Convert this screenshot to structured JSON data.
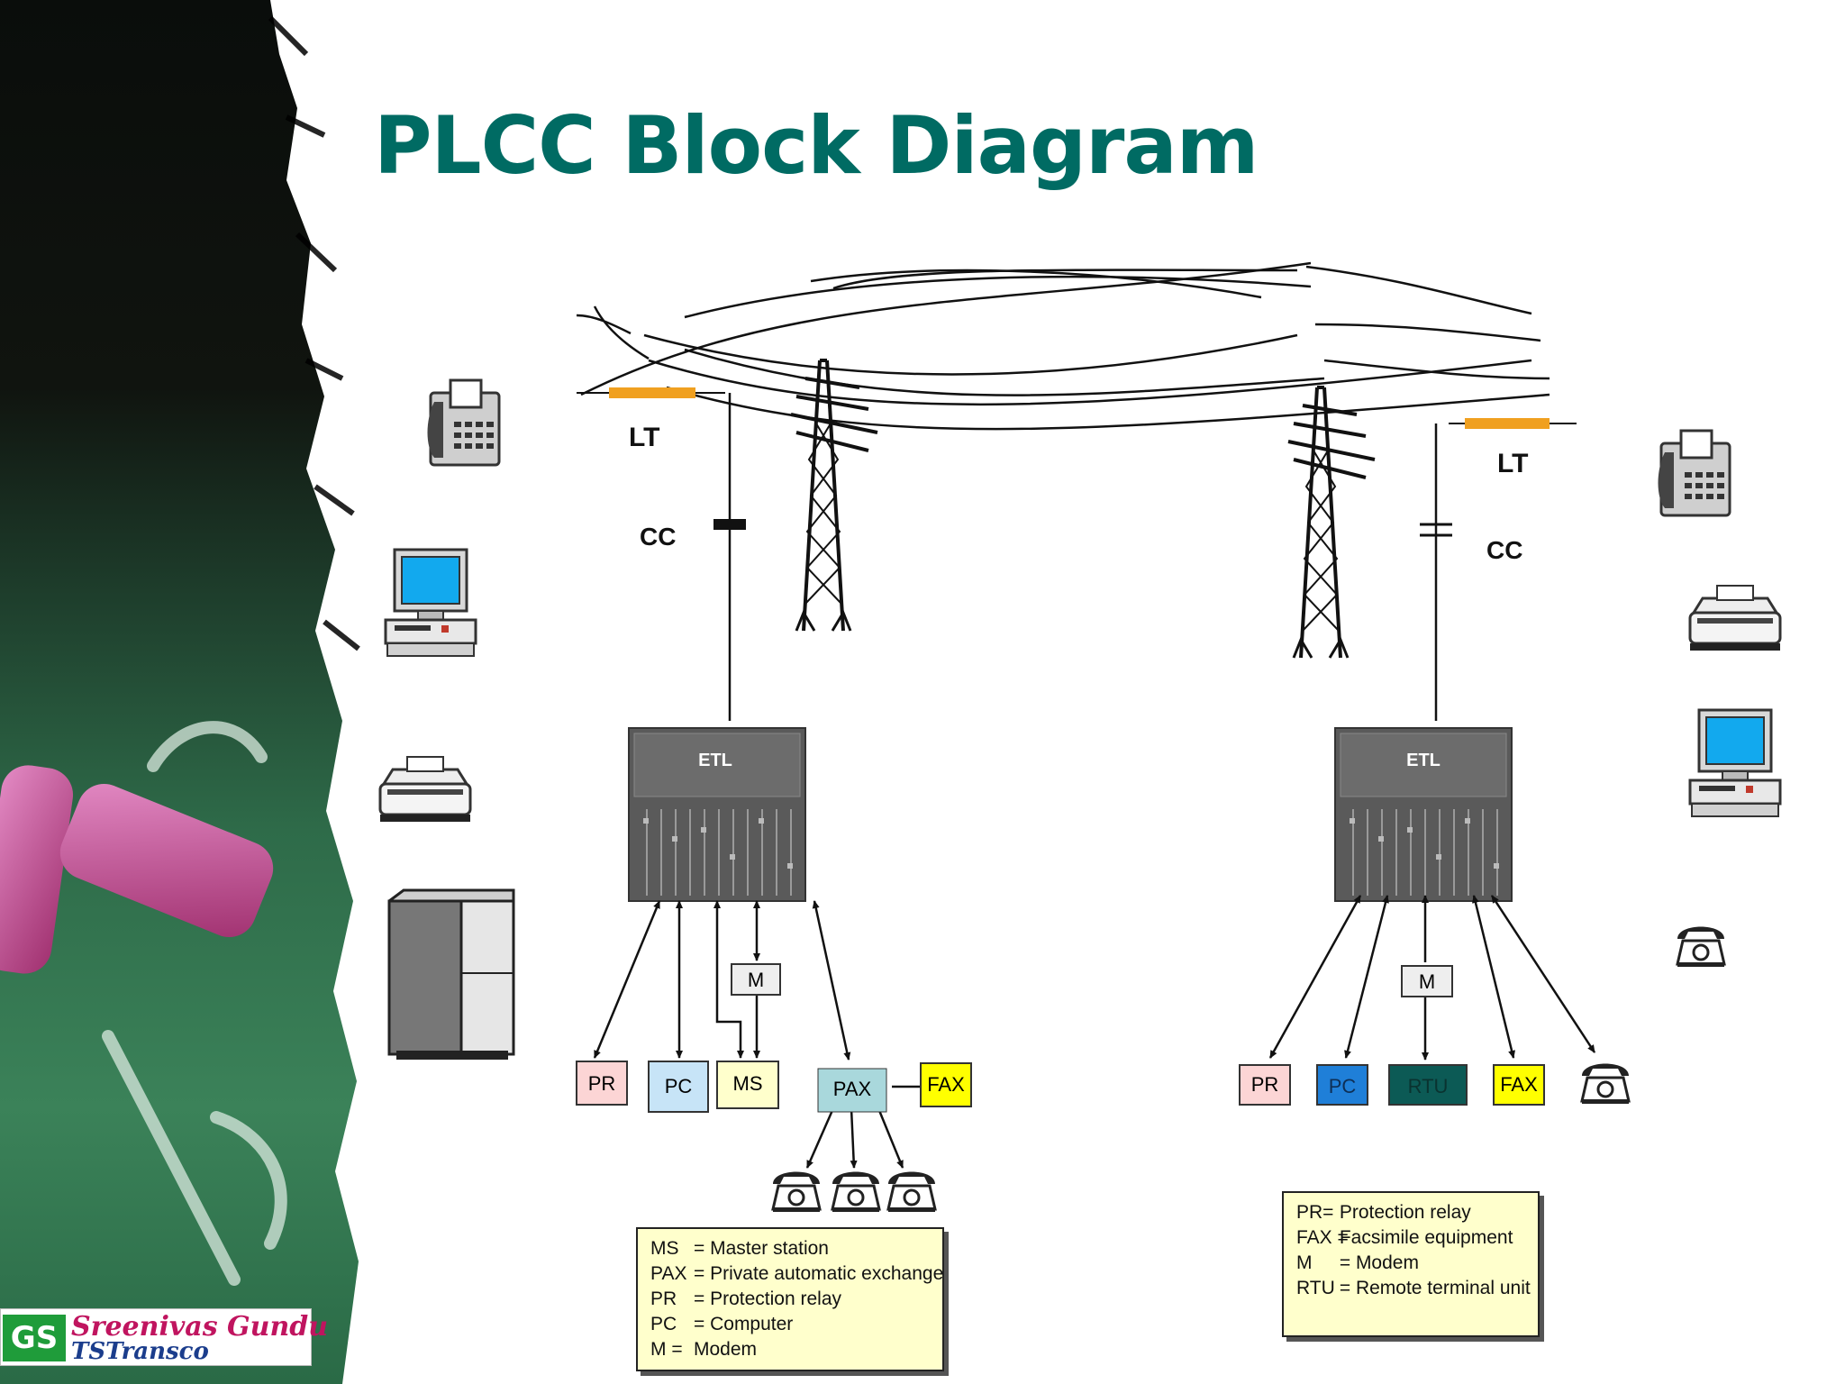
{
  "title": "PLCC Block Diagram",
  "line_labels": {
    "lt_left": "LT",
    "cc_left": "CC",
    "lt_right": "LT",
    "cc_right": "CC"
  },
  "equipment": {
    "etl_left": "ETL",
    "etl_right": "ETL"
  },
  "left_station": {
    "modem": "M",
    "boxes": [
      "PR",
      "PC",
      "MS",
      "PAX",
      "FAX"
    ]
  },
  "right_station": {
    "modem": "M",
    "boxes": [
      "PR",
      "PC",
      "RTU",
      "FAX"
    ]
  },
  "legend_left": [
    {
      "key": "MS",
      "desc": "= Master station"
    },
    {
      "key": "PAX",
      "desc": "= Private automatic exchange"
    },
    {
      "key": "PR",
      "desc": "= Protection relay"
    },
    {
      "key": "PC",
      "desc": "= Computer"
    },
    {
      "key": "M =",
      "desc": "Modem"
    }
  ],
  "legend_right": [
    {
      "key": "PR=",
      "desc": "Protection relay"
    },
    {
      "key": "FAX =",
      "desc": "Facsimile equipment"
    },
    {
      "key": "M",
      "desc": "= Modem"
    },
    {
      "key": "RTU",
      "desc": "= Remote terminal unit"
    }
  ],
  "logo": {
    "mark": "GS",
    "name": "Sreenivas Gundu",
    "org": "TSTransco"
  },
  "colors": {
    "title": "#006b63",
    "pr": "#fcd5d5",
    "pc_left": "#c7e4f7",
    "ms": "#ffffcc",
    "pax": "#a9d8dc",
    "fax": "#ffff00",
    "modem": "#eeeeee",
    "pc_right": "#1f7fd8",
    "rtu": "#0c5a55",
    "trap": "#f0a020",
    "legend_bg": "#ffffcc"
  },
  "icons": [
    "fax-machine-icon",
    "computer-icon",
    "printer-icon",
    "server-cabinet-icon",
    "telephone-icon",
    "transmission-tower-icon",
    "etl-rack-icon"
  ]
}
